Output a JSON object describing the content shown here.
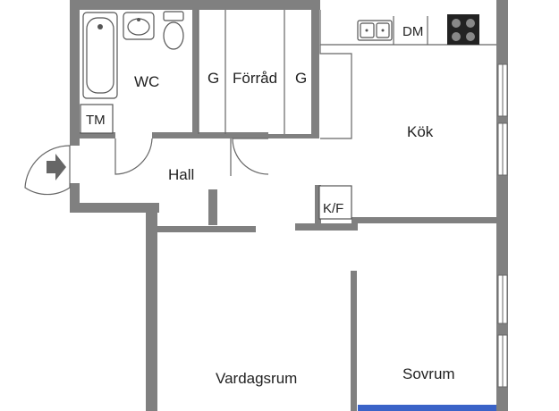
{
  "rooms": {
    "wc": "WC",
    "forrad": "Förråd",
    "garderob_1": "G",
    "garderob_2": "G",
    "kok": "Kök",
    "dm": "DM",
    "tm": "TM",
    "hall": "Hall",
    "kf": "K/F",
    "vardagsrum": "Vardagsrum",
    "sovrum": "Sovrum"
  },
  "colors": {
    "wall": "#808080",
    "line": "#666666",
    "accent_bar": "#3a63c8",
    "background": "#ffffff"
  },
  "icons": {
    "entrance": "entrance-arrow-icon",
    "bathtub": "bathtub-icon",
    "sink": "sink-icon",
    "toilet": "toilet-icon",
    "kitchen_sink": "kitchen-sink-icon",
    "stove": "stove-icon"
  }
}
